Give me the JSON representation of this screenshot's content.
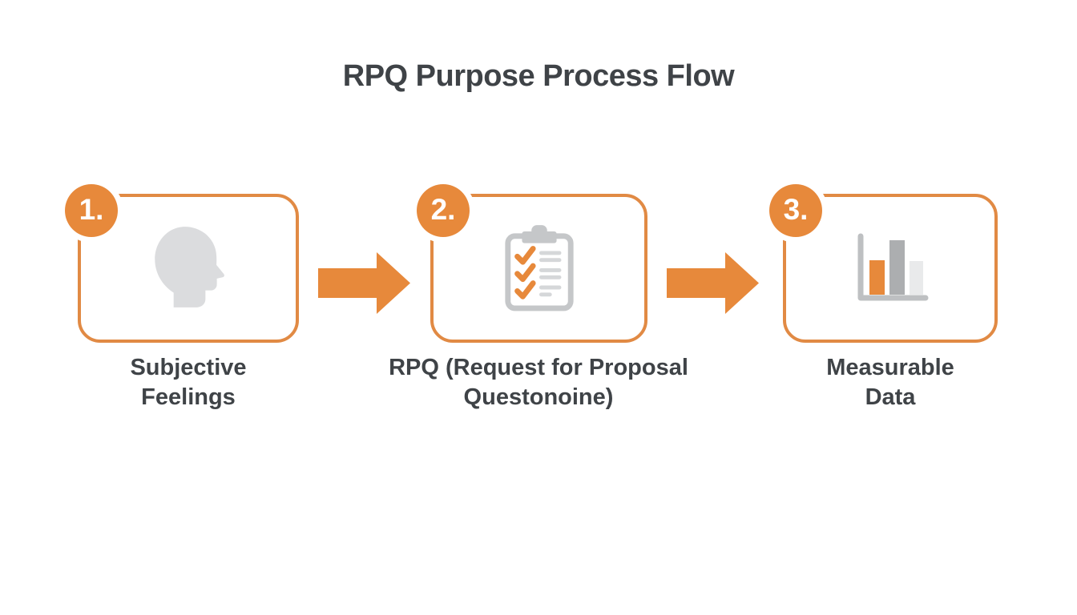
{
  "title": "RPQ Purpose Process Flow",
  "steps": [
    {
      "number": "1.",
      "label_line1": "Subjective",
      "label_line2": "Feelings",
      "icon": "head-silhouette"
    },
    {
      "number": "2.",
      "label_line1": "RPQ (Request for Proposal",
      "label_line2": "Questonoine)",
      "icon": "clipboard-checklist"
    },
    {
      "number": "3.",
      "label_line1": "Measurable",
      "label_line2": "Data",
      "icon": "bar-chart"
    }
  ],
  "arrows": [
    {
      "direction": "right"
    },
    {
      "direction": "right"
    }
  ],
  "colors": {
    "background": "#FFFFFF",
    "orange": "#E7893B",
    "box-border": "#E18A44",
    "text-dark": "#3F4347",
    "head-gray": "#DBDCDE",
    "clip-gray": "#C5C7C9",
    "line-gray": "#D5D7D9",
    "axis-gray": "#BEC0C2",
    "bar-mid-gray": "#ACAEB0",
    "bar-light-gray": "#E9EAEB"
  }
}
